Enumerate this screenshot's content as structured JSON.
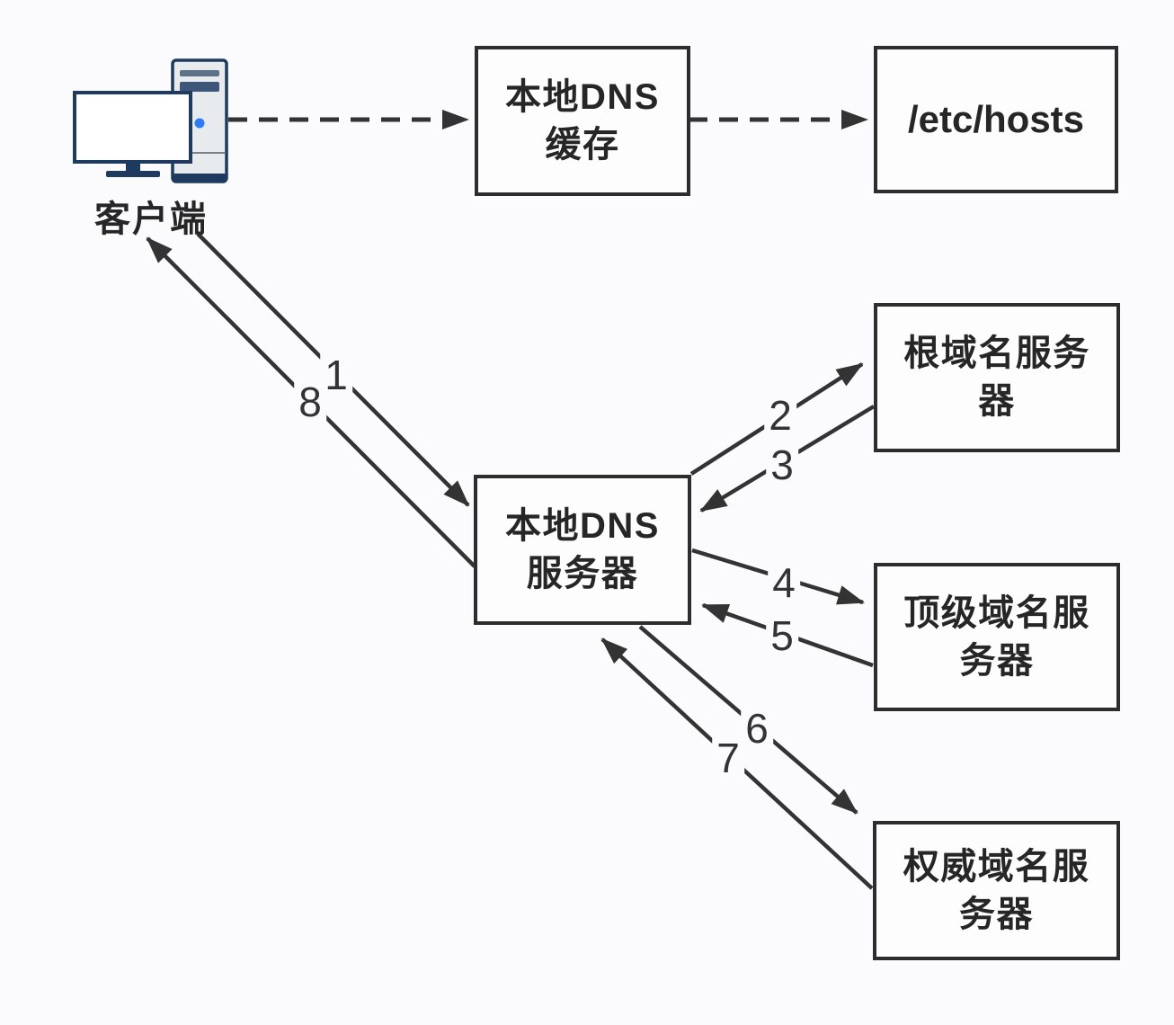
{
  "diagram_type": "dns-resolution-flow",
  "nodes": {
    "client": {
      "label": "客户端",
      "icon": "desktop-computer-icon"
    },
    "local_dns_cache": {
      "line1": "本地DNS",
      "line2": "缓存"
    },
    "etc_hosts": {
      "label": "/etc/hosts"
    },
    "local_dns_server": {
      "line1": "本地DNS",
      "line2": "服务器"
    },
    "root_dns_server": {
      "line1": "根域名服务",
      "line2": "器"
    },
    "tld_dns_server": {
      "line1": "顶级域名服",
      "line2": "务器"
    },
    "authoritative_dns_server": {
      "line1": "权威域名服",
      "line2": "务器"
    }
  },
  "edges": {
    "dashed": [
      {
        "from": "client",
        "to": "local_dns_cache",
        "style": "dashed-arrow"
      },
      {
        "from": "local_dns_cache",
        "to": "etc_hosts",
        "style": "dashed-arrow"
      }
    ],
    "steps": [
      {
        "label": "1",
        "from": "client",
        "to": "local_dns_server"
      },
      {
        "label": "2",
        "from": "local_dns_server",
        "to": "root_dns_server"
      },
      {
        "label": "3",
        "from": "root_dns_server",
        "to": "local_dns_server"
      },
      {
        "label": "4",
        "from": "local_dns_server",
        "to": "tld_dns_server"
      },
      {
        "label": "5",
        "from": "tld_dns_server",
        "to": "local_dns_server"
      },
      {
        "label": "6",
        "from": "local_dns_server",
        "to": "authoritative_dns_server"
      },
      {
        "label": "7",
        "from": "authoritative_dns_server",
        "to": "local_dns_server"
      },
      {
        "label": "8",
        "from": "local_dns_server",
        "to": "client"
      }
    ]
  },
  "colors": {
    "background": "#fbfbfd",
    "arrow_line": "#333333",
    "box_border": "#2d2d2d",
    "box_fill": "#fdfdfe",
    "text": "#262626",
    "icon_outline": "#1e3a5f",
    "icon_body": "#e8ebee",
    "icon_slot_light": "#5d7189",
    "icon_slot_dark": "#3e5677",
    "icon_dot": "#2f7bf5"
  }
}
